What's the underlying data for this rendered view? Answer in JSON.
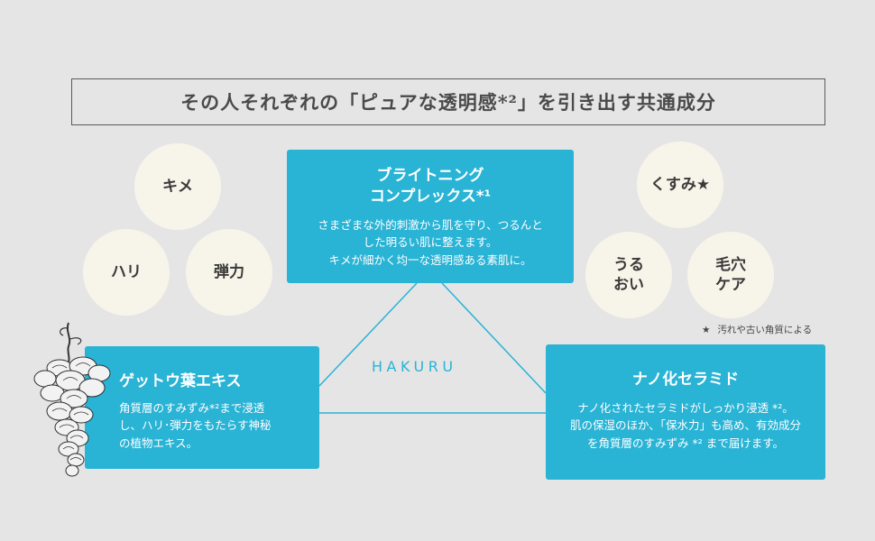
{
  "header": {
    "title": "その人それぞれの「ピュアな透明感*²」を引き出す共通成分"
  },
  "left_circles": {
    "kime": "キメ",
    "hari": "ハリ",
    "danryoku": "弾力"
  },
  "right_circles": {
    "kusumi": "くすみ★",
    "uruoi_line1": "うる",
    "uruoi_line2": "おい",
    "keana_line1": "毛穴",
    "keana_line2": "ケア"
  },
  "center_card": {
    "title_line1": "ブライトニング",
    "title_line2": "コンプレックス*¹",
    "text_line1": "さまざまな外的刺激から肌を守り、つるんと",
    "text_line2": "した明るい肌に整えます。",
    "text_line3": "キメが細かく均一な透明感ある素肌に。"
  },
  "left_card": {
    "title": "ゲットウ葉エキス",
    "text_line1": "角質層のすみずみ*²まで浸透",
    "text_line2": "し、ハリ･弾力をもたらす神秘",
    "text_line3": "の植物エキス。"
  },
  "right_card": {
    "title": "ナノ化セラミド",
    "text_line1": "ナノ化されたセラミドがしっかり浸透 *²。",
    "text_line2": "肌の保湿のほか、「保水力」も高め、有効成分",
    "text_line3": "を角質層のすみずみ *² まで届けます。"
  },
  "brand": "HAKURU",
  "footnote": {
    "symbol": "★",
    "text": "汚れや古い角質による"
  },
  "colors": {
    "background": "#e5e5e5",
    "accent": "#29b3d5",
    "circle": "#f7f5ea"
  },
  "icons": {
    "plant": "getto-plant-illustration-icon"
  }
}
